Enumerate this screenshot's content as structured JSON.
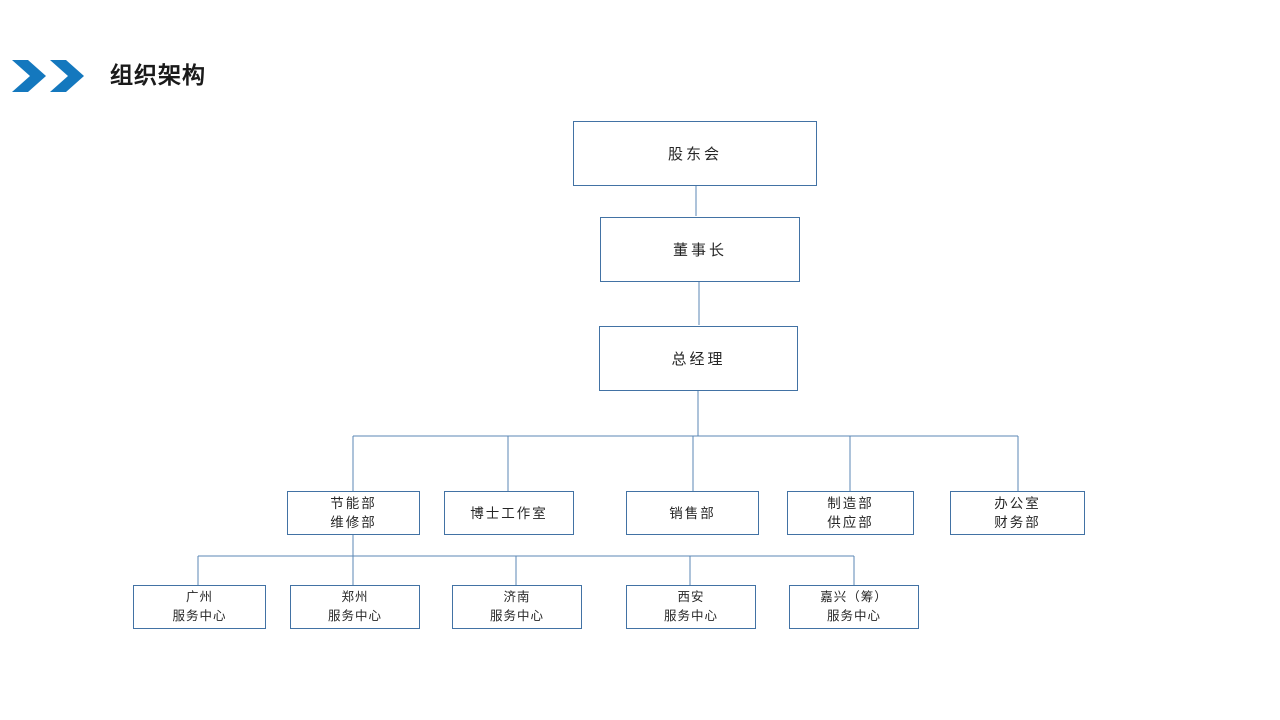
{
  "slide": {
    "title": "组织架构",
    "title_icon": "double-chevron-right-icon",
    "background": "#ffffff",
    "accent_color": "#1478BE",
    "border_color": "#4272A4",
    "text_color": "#262626"
  },
  "org_chart": {
    "type": "diagram",
    "levels": [
      {
        "level": 1,
        "nodes": [
          {
            "id": "shareholders",
            "lines": [
              "股东会"
            ]
          }
        ]
      },
      {
        "level": 2,
        "nodes": [
          {
            "id": "chairman",
            "lines": [
              "董事长"
            ]
          }
        ]
      },
      {
        "level": 3,
        "nodes": [
          {
            "id": "general-manager",
            "lines": [
              "总经理"
            ]
          }
        ]
      },
      {
        "level": 4,
        "nodes": [
          {
            "id": "energy-saving-maintenance",
            "lines": [
              "节能部",
              "维修部"
            ]
          },
          {
            "id": "doctoral-studio",
            "lines": [
              "博士工作室"
            ]
          },
          {
            "id": "sales",
            "lines": [
              "销售部"
            ]
          },
          {
            "id": "manufacturing-supply",
            "lines": [
              "制造部",
              "供应部"
            ]
          },
          {
            "id": "office-finance",
            "lines": [
              "办公室",
              "财务部"
            ]
          }
        ]
      },
      {
        "level": 5,
        "nodes": [
          {
            "id": "guangzhou-center",
            "lines": [
              "广州",
              "服务中心"
            ]
          },
          {
            "id": "zhengzhou-center",
            "lines": [
              "郑州",
              "服务中心"
            ]
          },
          {
            "id": "jinan-center",
            "lines": [
              "济南",
              "服务中心"
            ]
          },
          {
            "id": "xian-center",
            "lines": [
              "西安",
              "服务中心"
            ]
          },
          {
            "id": "jiaxing-center",
            "lines": [
              "嘉兴（筹）",
              "服务中心"
            ]
          }
        ]
      }
    ]
  }
}
